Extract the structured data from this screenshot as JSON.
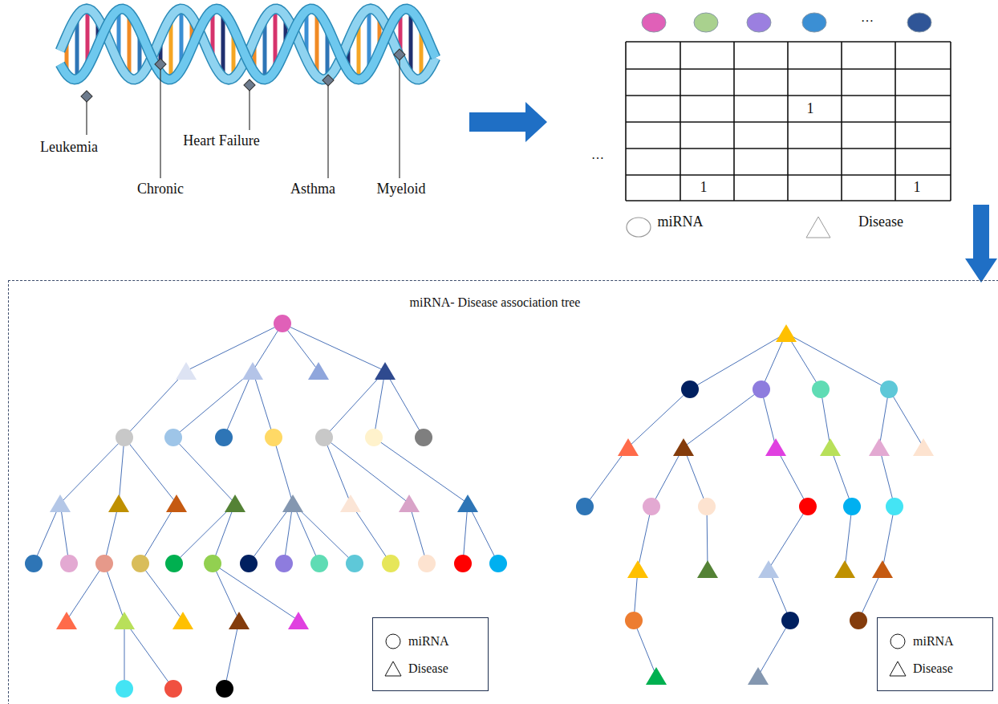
{
  "diagram": {
    "nodes": [
      {
        "text": [
          "miRNA- Disease association tree"
        ]
      },
      {
        "text": [
          "miRNA",
          "Disease"
        ],
        "in": 0
      },
      {
        "text": [
          "miRNA",
          "Disease"
        ],
        "in": 0
      }
    ],
    "labels": [
      "Leukemia",
      "Chronic",
      "Heart Failure",
      "Asthma",
      "Myeloid",
      "…",
      "…",
      "1",
      "1",
      "1"
    ],
    "legend": [
      {
        "text": "miRNA"
      },
      {
        "text": "Disease"
      }
    ]
  }
}
